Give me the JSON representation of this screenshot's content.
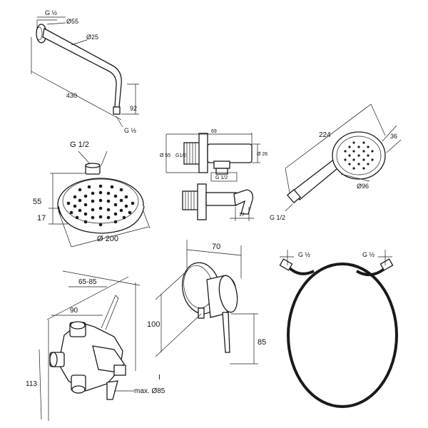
{
  "shower_arm": {
    "thread_label": "G ½",
    "flange_dia_label": "Ø55",
    "pipe_dia_label": "Ø25",
    "length_label": "430",
    "drop_label": "92",
    "outlet_thread_label": "G ½"
  },
  "wall_outlet_holder": {
    "length_label": "69",
    "flange_dia_label": "Ø 55",
    "thread_label": "G1/2",
    "body_dia_label": "Ø 26",
    "outlet_thread_label": "G 1/2",
    "holder_offset_label": "17"
  },
  "hand_shower": {
    "length_label": "224",
    "head_depth_label": "36",
    "head_dia_label": "Ø96",
    "thread_label": "G 1/2"
  },
  "overhead_shower": {
    "thread_label": "G 1/2",
    "height_label": "55",
    "offset_label": "17",
    "dia_label": "Ø 200"
  },
  "mixer_body": {
    "depth_range_label": "65-85",
    "width_label": "90",
    "height_label": "113",
    "cover_dia_label": "max. Ø85"
  },
  "mixer_trim": {
    "depth_label": "70",
    "rosette_height_label": "100",
    "lever_height_label": "85",
    "marker_label": "I"
  },
  "hose": {
    "left_thread_label": "G ½",
    "right_thread_label": "G ½"
  }
}
